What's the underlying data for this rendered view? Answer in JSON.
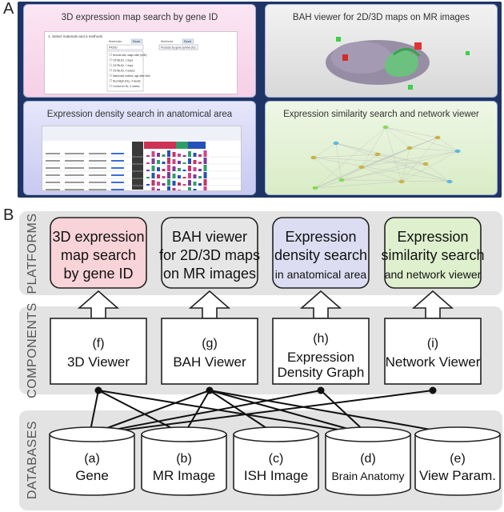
{
  "panel_a_label": "A",
  "panel_b_label": "B",
  "screens": [
    {
      "title": "3D expression map search by gene ID",
      "color": "#f6cfe6"
    },
    {
      "title": "BAH viewer for 2D/3D maps on MR images",
      "color": "#d8d8d8"
    },
    {
      "title": "Expression density search in anatomical area",
      "color": "#c9c9f2"
    },
    {
      "title": "Expression similarity search and network viewer",
      "color": "#d9ecc6"
    }
  ],
  "screen1_form": {
    "heading": "1. Select materials and a methods",
    "col1": "Materials",
    "col2": "Methods",
    "button": "Reset",
    "field1": "P42/ID",
    "field2": "Products by gene symbol (ID)",
    "options": [
      "Normal rats, stage after (birth)",
      "C57BL/6J, 2 days",
      "C57BL/6J, 7 days",
      "C57BL/6J, 4 weeks",
      "Marmoset models, age after birth",
      "Neuroligin (NL), 4 weeks",
      "Control for NL, 4 weeks"
    ]
  },
  "tiers": {
    "platforms": "PLATFORMS",
    "components": "COMPONENTS",
    "databases": "DATABASES"
  },
  "platforms": [
    {
      "lines": [
        "3D expression",
        "map search",
        "by gene ID"
      ],
      "color": "#f8d3d7"
    },
    {
      "lines": [
        "BAH viewer",
        "for 2D/3D maps",
        "on MR images"
      ],
      "color": "#e6e6e6"
    },
    {
      "lines": [
        "Expression",
        "density search",
        "in anatomical area"
      ],
      "color": "#dcdcf2"
    },
    {
      "lines": [
        "Expression",
        "similarity search",
        "and network viewer"
      ],
      "color": "#def0cd"
    }
  ],
  "components": [
    {
      "id": "(f)",
      "lines": [
        "3D Viewer"
      ]
    },
    {
      "id": "(g)",
      "lines": [
        "BAH Viewer"
      ]
    },
    {
      "id": "(h)",
      "lines": [
        "Expression",
        "Density Graph"
      ]
    },
    {
      "id": "(i)",
      "lines": [
        "Network Viewer"
      ]
    }
  ],
  "databases": [
    {
      "id": "(a)",
      "label": "Gene"
    },
    {
      "id": "(b)",
      "label": "MR Image"
    },
    {
      "id": "(c)",
      "label": "ISH Image"
    },
    {
      "id": "(d)",
      "label": "Brain Anatomy"
    },
    {
      "id": "(e)",
      "label": "View Param."
    }
  ]
}
